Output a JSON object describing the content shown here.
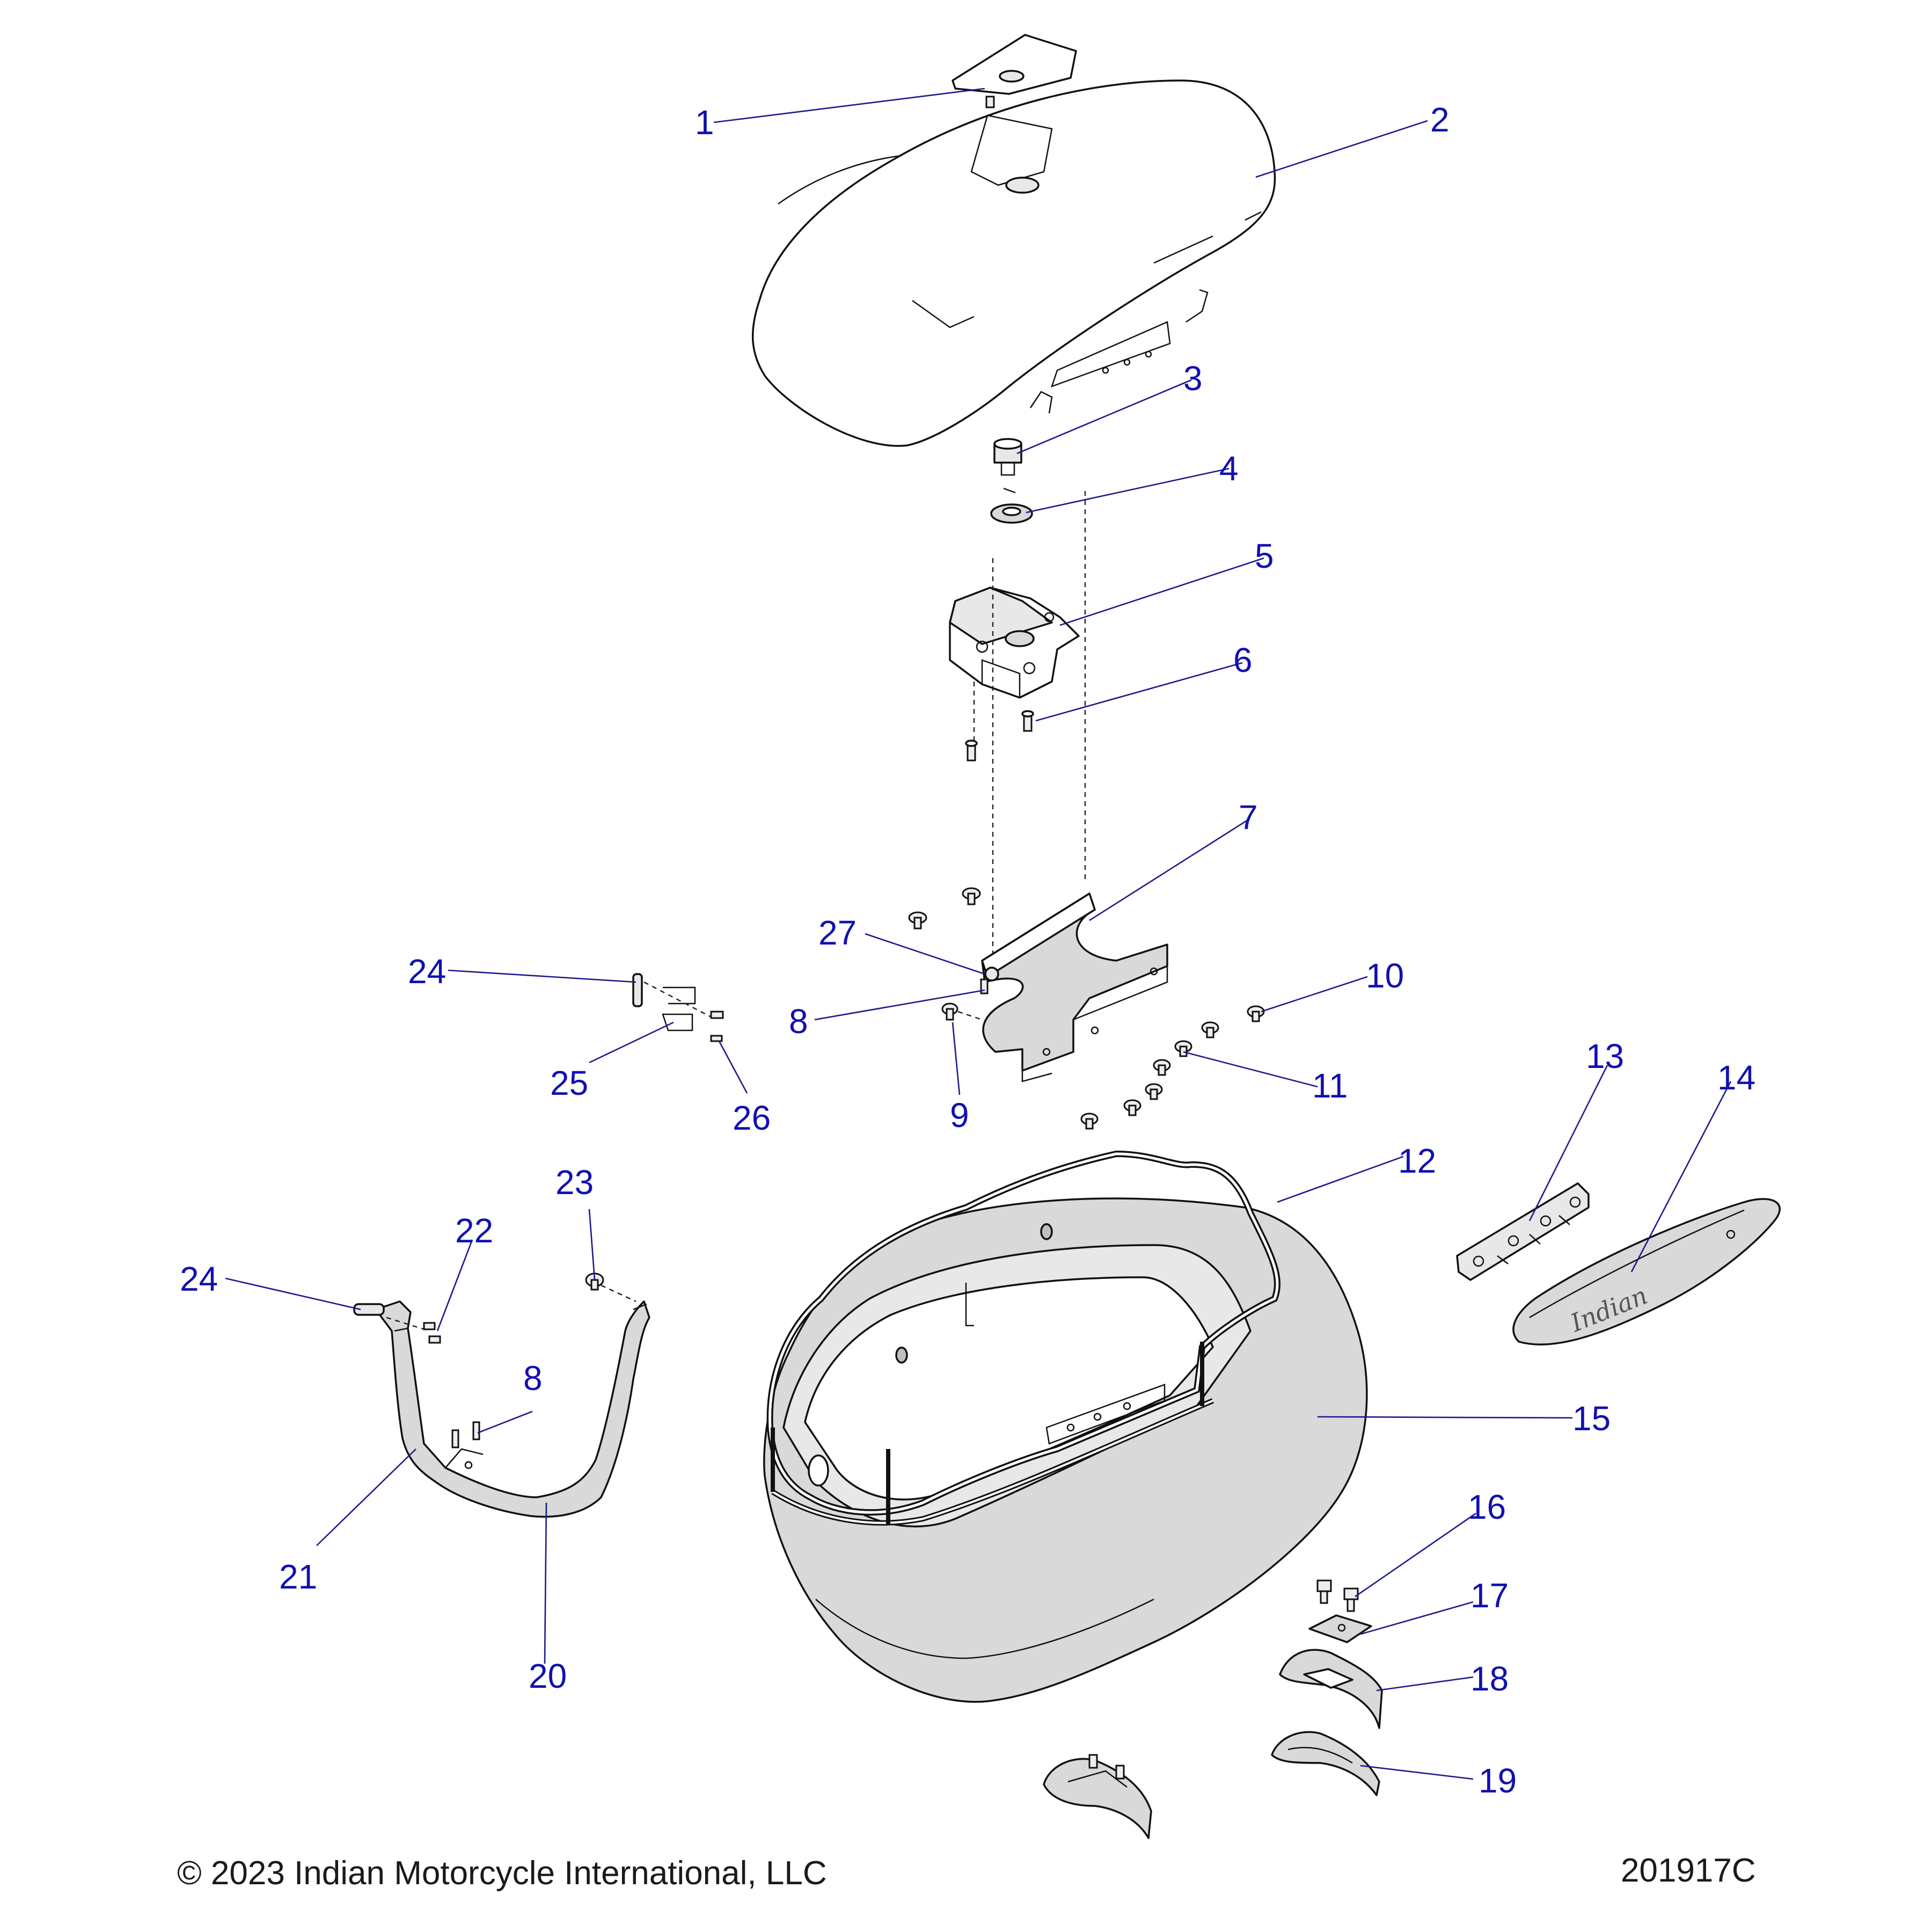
{
  "callouts": [
    "1",
    "2",
    "3",
    "4",
    "5",
    "6",
    "7",
    "8",
    "9",
    "10",
    "11",
    "12",
    "13",
    "14",
    "15",
    "16",
    "17",
    "18",
    "19",
    "20",
    "21",
    "22",
    "23",
    "24",
    "25",
    "26",
    "27"
  ],
  "logo_script": "Indian",
  "footer": {
    "copyright": "© 2023 Indian Motorcycle International, LLC",
    "figure_id": "201917C"
  }
}
